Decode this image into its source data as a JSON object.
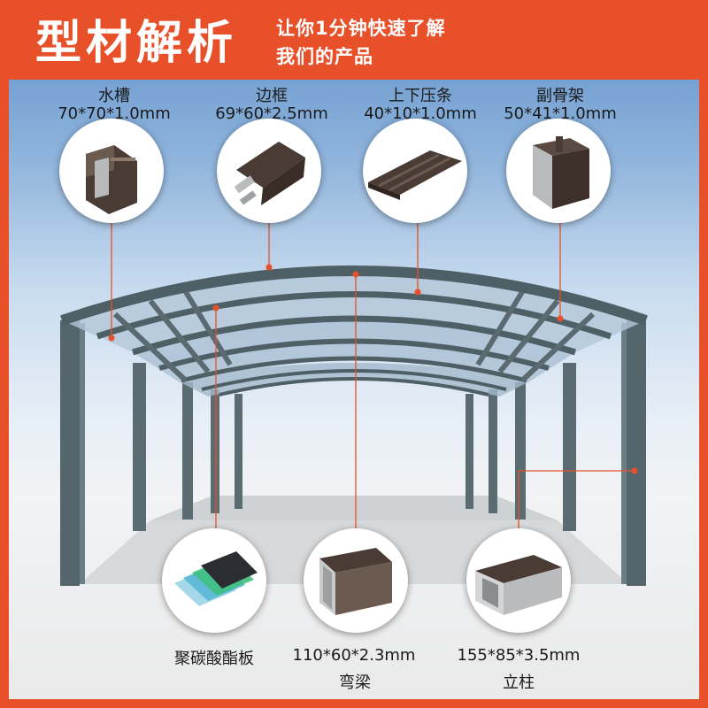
{
  "header": {
    "title": "型材解析",
    "subtitle_line1": "让你1分钟快速了解",
    "subtitle_line2": "我们的产品"
  },
  "colors": {
    "accent": "#e8502a",
    "frame": "#4a5a60",
    "profile": "#4a3b34"
  },
  "parts": [
    {
      "name": "水槽",
      "spec": "70*70*1.0mm",
      "icon": "gutter-profile"
    },
    {
      "name": "边框",
      "spec": "69*60*2.5mm",
      "icon": "edge-frame-profile"
    },
    {
      "name": "上下压条",
      "spec": "40*10*1.0mm",
      "icon": "pressure-strip-profile"
    },
    {
      "name": "副骨架",
      "spec": "50*41*1.0mm",
      "icon": "sub-frame-profile"
    },
    {
      "name": "聚碳酸酯板",
      "spec": "",
      "icon": "polycarbonate-sheets"
    },
    {
      "name": "弯梁",
      "spec": "110*60*2.3mm",
      "icon": "curved-beam-profile"
    },
    {
      "name": "立柱",
      "spec": "155*85*3.5mm",
      "icon": "column-profile"
    }
  ]
}
